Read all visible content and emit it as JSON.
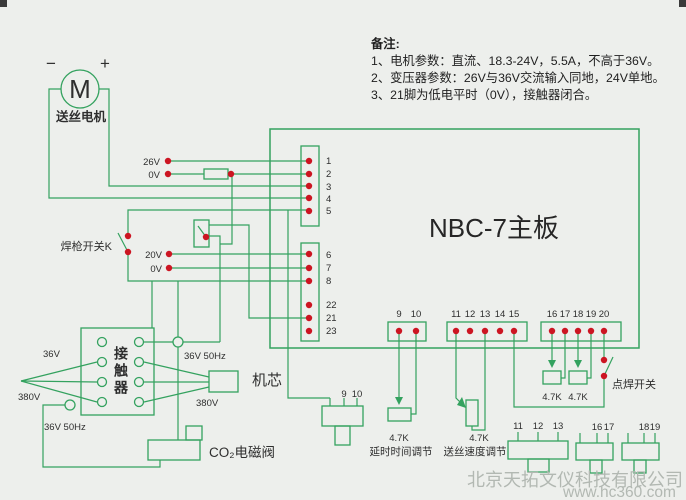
{
  "colors": {
    "background": "#edefec",
    "wire": "#34a25f",
    "dot": "#cc1522",
    "text": "#2e2e2e",
    "watermark": "#b2b8b2"
  },
  "notes": {
    "title": "备注:",
    "line1": "1、电机参数：直流、18.3-24V，5.5A，不高于36V。",
    "line2": "2、变压器参数：26V与36V交流输入同地，24V单地。",
    "line3": "3、21脚为低电平时（0V），接触器闭合。"
  },
  "motor": {
    "minus": "−",
    "plus": "+",
    "symbol": "M",
    "label": "送丝电机"
  },
  "board": {
    "title": "NBC-7主板"
  },
  "contactor": {
    "label": "接触器"
  },
  "labels": {
    "v26": "26V",
    "v0_top": "0V",
    "v20": "20V",
    "v0_mid": "0V",
    "gun_switch": "焊枪开关K",
    "spot_switch": "点焊开关",
    "c36": "36V",
    "c380_left": "380V",
    "c3650_bottom_left": "36V 50Hz",
    "c3650_mid": "36V 50Hz",
    "c380_right": "380V",
    "core": "机芯",
    "valve": "CO₂电磁阀",
    "r_delay": "4.7K",
    "r_speed": "4.7K",
    "r16": "4.7K",
    "r18": "4.7K",
    "delay_caption": "延时时间调节",
    "speed_caption": "送丝速度调节"
  },
  "connectors": {
    "j1": {
      "pins": [
        "1",
        "2",
        "3",
        "4",
        "5"
      ]
    },
    "j2": {
      "pins": [
        "6",
        "7",
        "8",
        "22",
        "21",
        "23"
      ]
    },
    "j3": {
      "pins": [
        "9",
        "10"
      ]
    },
    "j4": {
      "pins": [
        "11",
        "12",
        "13",
        "14",
        "15"
      ]
    },
    "j5": {
      "pins": [
        "16",
        "17",
        "18",
        "19",
        "20"
      ]
    }
  },
  "plugs": {
    "p1": {
      "pins": [
        "9",
        "10"
      ]
    },
    "p2": {
      "pins": [
        "11",
        "12",
        "13"
      ]
    },
    "p3": {
      "pins": [
        "16",
        "17"
      ]
    },
    "p4": {
      "pins": [
        "18",
        "19"
      ]
    }
  },
  "watermark": {
    "company": "北京天拓文仪科技有限公司",
    "url": "www.hc360.com"
  }
}
